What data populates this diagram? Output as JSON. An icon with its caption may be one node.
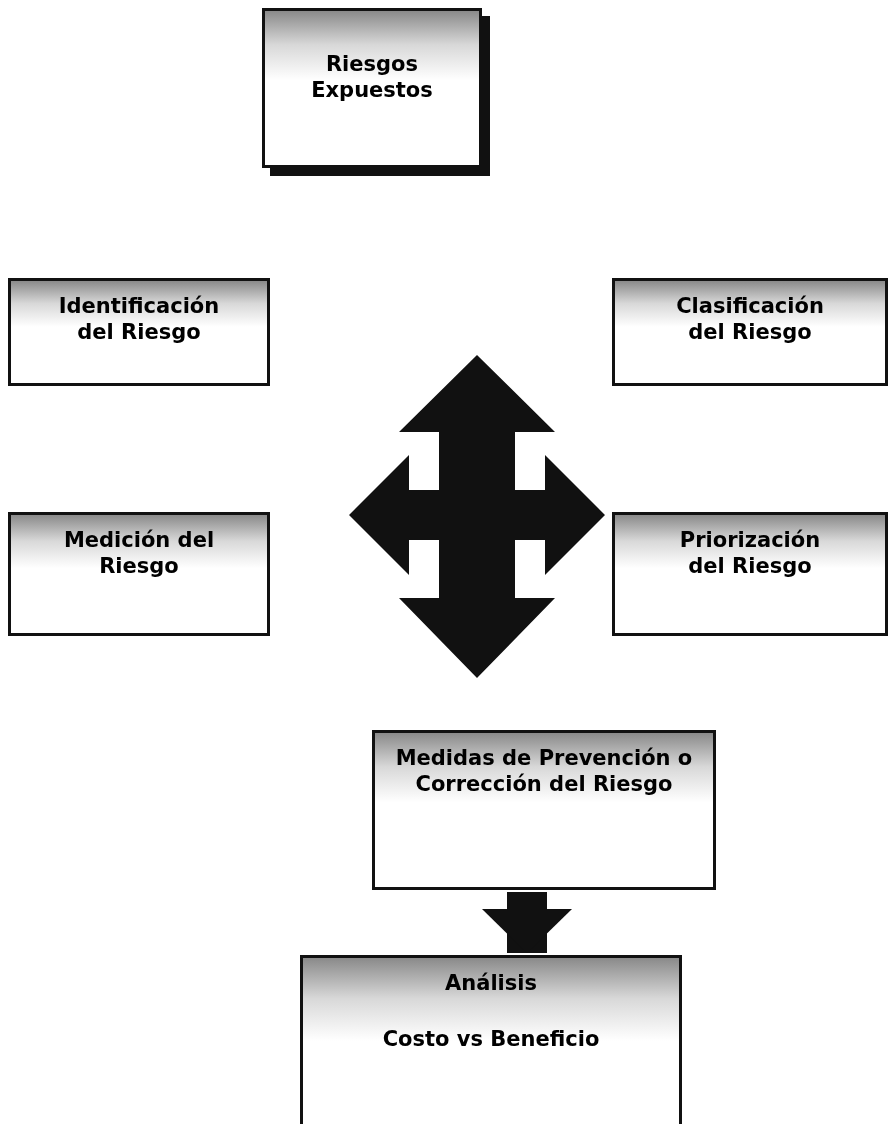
{
  "diagram": {
    "nodes": [
      {
        "text": [
          "Riesgos Expuestos"
        ]
      },
      {
        "text": [
          "Identificación del Riesgo"
        ]
      },
      {
        "text": [
          "Clasificación del Riesgo"
        ]
      },
      {
        "text": [
          "Medición del Riesgo"
        ]
      },
      {
        "text": [
          "Priorización del Riesgo"
        ]
      },
      {
        "text": [
          "Medidas de Prevención o Corrección del Riesgo"
        ]
      },
      {
        "text": [
          "Análisis",
          "Costo vs Beneficio"
        ]
      }
    ],
    "edges": [
      {
        "from": 5,
        "to": 6,
        "arrow": "to"
      }
    ]
  }
}
